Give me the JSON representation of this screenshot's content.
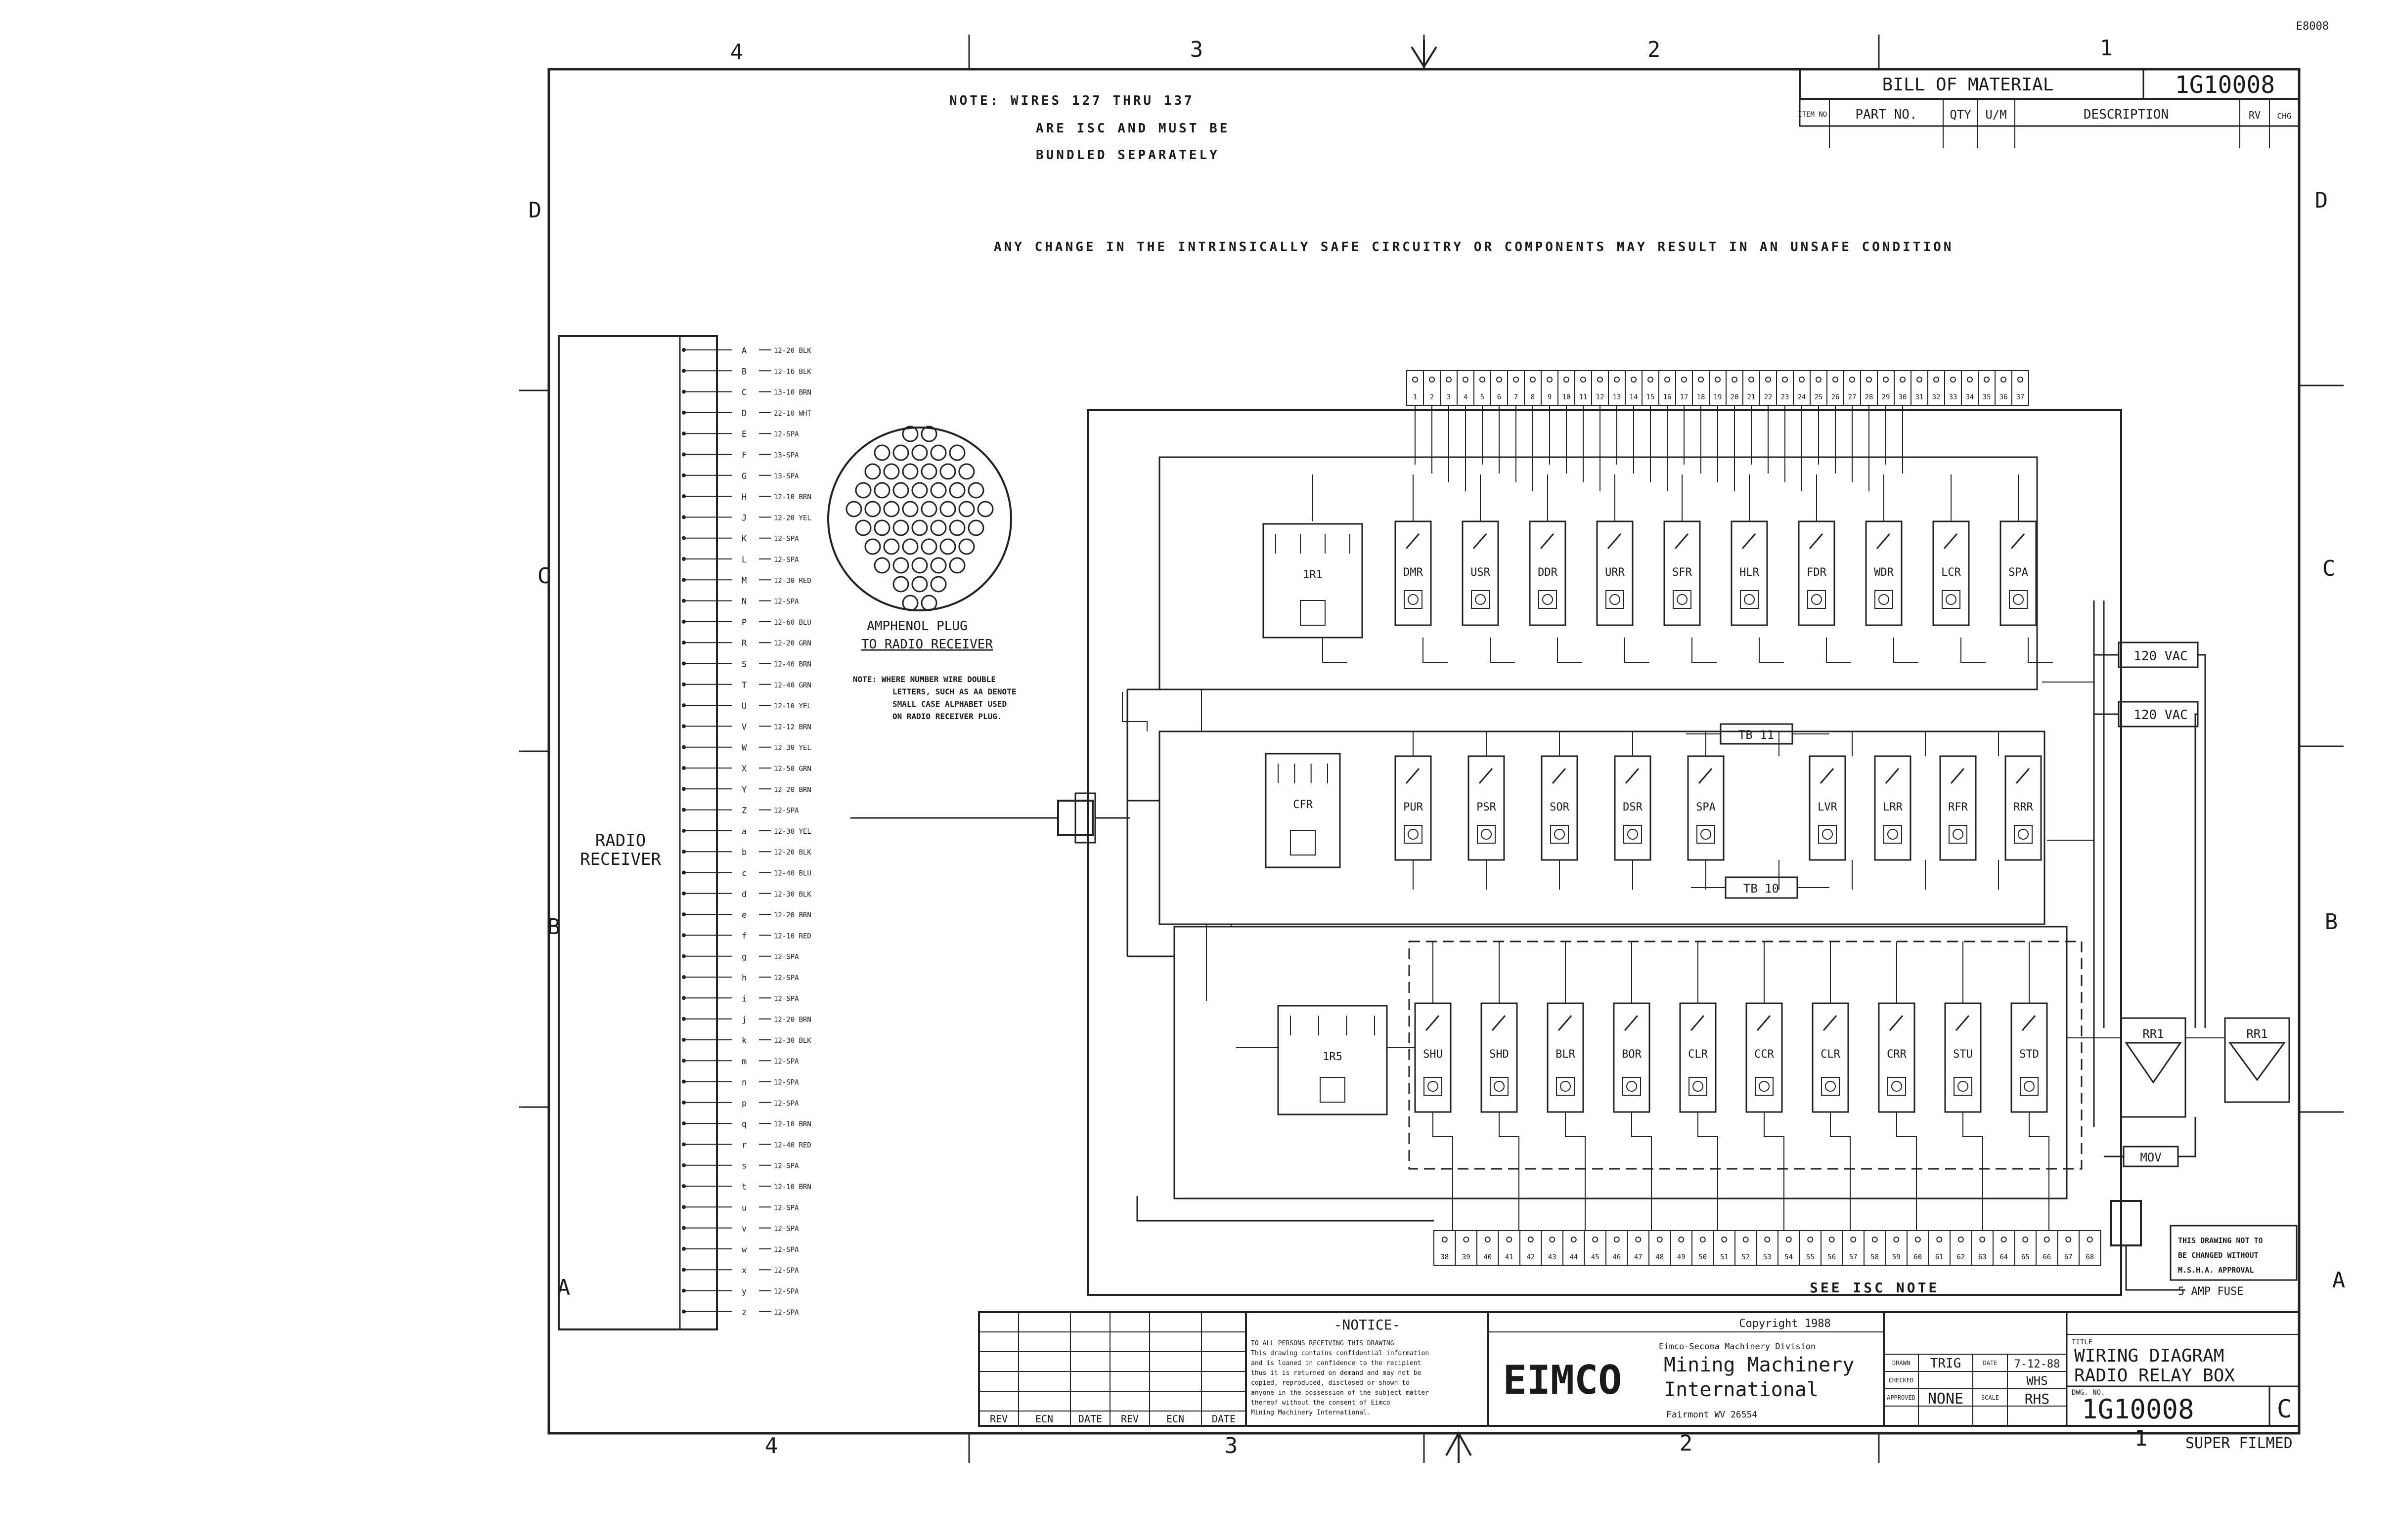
{
  "corner_stamp": "E8008",
  "zones": {
    "top": [
      "4",
      "3",
      "2",
      "1"
    ],
    "bottom": [
      "4",
      "3",
      "2",
      "1"
    ],
    "left": [
      "D",
      "C",
      "B",
      "A"
    ],
    "right": [
      "D",
      "C",
      "B",
      "A"
    ]
  },
  "notes": {
    "wires": [
      "NOTE: WIRES 127 THRU 137",
      "ARE ISC AND MUST BE",
      "BUNDLED SEPARATELY"
    ],
    "warning": "ANY CHANGE IN THE INTRINSICALLY SAFE CIRCUITRY OR COMPONENTS MAY RESULT IN AN UNSAFE CONDITION",
    "plug_note": [
      "NOTE: WHERE NUMBER WIRE DOUBLE",
      "LETTERS, SUCH AS AA DENOTE",
      "SMALL CASE ALPHABET USED",
      "ON RADIO RECEIVER PLUG."
    ],
    "see_isc": "SEE ISC NOTE",
    "not_changed": [
      "THIS DRAWING NOT TO",
      "BE CHANGED WITHOUT",
      "M.S.H.A. APPROVAL"
    ]
  },
  "bom": {
    "title": "BILL OF MATERIAL",
    "number": "1G10008",
    "headers": [
      "ITEM NO.",
      "PART NO.",
      "QTY",
      "U/M",
      "DESCRIPTION",
      "RV",
      "CHG"
    ]
  },
  "receiver": {
    "label": [
      "RADIO",
      "RECEIVER"
    ],
    "pins": [
      "A",
      "B",
      "C",
      "D",
      "E",
      "F",
      "G",
      "H",
      "J",
      "K",
      "L",
      "M",
      "N",
      "P",
      "R",
      "S",
      "T",
      "U",
      "V",
      "W",
      "X",
      "Y",
      "Z",
      "a",
      "b",
      "c",
      "d",
      "e",
      "f",
      "g",
      "h",
      "i",
      "j",
      "k",
      "m",
      "n",
      "p",
      "q",
      "r",
      "s",
      "t",
      "u",
      "v",
      "w",
      "x",
      "y",
      "z"
    ],
    "wires": [
      "12-20 BLK",
      "12-16 BLK",
      "13-10 BRN",
      "22-10 WHT",
      "12-SPA",
      "13-SPA",
      "13-SPA",
      "12-10 BRN",
      "12-20 YEL",
      "12-SPA",
      "12-SPA",
      "12-30 RED",
      "12-SPA",
      "12-60 BLU",
      "12-20 GRN",
      "12-40 BRN",
      "12-40 GRN",
      "12-10 YEL",
      "12-12 BRN",
      "12-30 YEL",
      "12-50 GRN",
      "12-20 BRN",
      "12-SPA",
      "12-30 YEL",
      "12-20 BLK",
      "12-40 BLU",
      "12-30 BLK",
      "12-20 BRN",
      "12-10 RED",
      "12-SPA",
      "12-SPA",
      "12-SPA",
      "12-20 BRN",
      "12-30 BLK",
      "12-SPA",
      "12-SPA",
      "12-SPA",
      "12-10 BRN",
      "12-40 RED",
      "12-SPA",
      "12-10 BRN",
      "12-SPA",
      "12-SPA",
      "12-SPA",
      "12-SPA",
      "12-SPA",
      "12-SPA"
    ]
  },
  "plug": {
    "caption": [
      "AMPHENOL PLUG",
      "TO RADIO RECEIVER"
    ]
  },
  "terminal_strip_top": [
    "1",
    "2",
    "3",
    "4",
    "5",
    "6",
    "7",
    "8",
    "9",
    "10",
    "11",
    "12",
    "13",
    "14",
    "15",
    "16",
    "17",
    "18",
    "19",
    "20",
    "21",
    "22",
    "23",
    "24",
    "25",
    "26",
    "27",
    "28",
    "29",
    "30",
    "31",
    "32",
    "33",
    "34",
    "35",
    "36",
    "37"
  ],
  "terminal_strip_bottom": [
    "38",
    "39",
    "40",
    "41",
    "42",
    "43",
    "44",
    "45",
    "46",
    "47",
    "48",
    "49",
    "50",
    "51",
    "52",
    "53",
    "54",
    "55",
    "56",
    "57",
    "58",
    "59",
    "60",
    "61",
    "62",
    "63",
    "64",
    "65",
    "66",
    "67",
    "68"
  ],
  "relays_row1": [
    "1R1",
    "DMR",
    "USR",
    "DDR",
    "URR",
    "SFR",
    "HLR",
    "FDR",
    "WDR",
    "LCR",
    "SPA"
  ],
  "relays_row2": [
    "CFR",
    "PUR",
    "PSR",
    "SOR",
    "DSR",
    "SPA",
    "LVR",
    "LRR",
    "RFR",
    "RRR"
  ],
  "relays_row3": [
    "1R5",
    "SHU",
    "SHD",
    "BLR",
    "BOR",
    "CLR",
    "CCR",
    "CLR",
    "CRR",
    "STU",
    "STD"
  ],
  "tb_labels": [
    "TB 11",
    "TB 10"
  ],
  "vac": [
    "120 VAC",
    "120 VAC"
  ],
  "side_parts": [
    "RR1",
    "RR1",
    "MOV"
  ],
  "lamp_fuse": "5 AMP FUSE",
  "rev_table": {
    "headers": [
      "REV",
      "ECN",
      "DATE",
      "REV",
      "ECN",
      "DATE"
    ]
  },
  "notice": {
    "title": "-NOTICE-",
    "lines": [
      "TO ALL PERSONS RECEIVING THIS DRAWING",
      "This drawing contains confidential information",
      "and is loaned in confidence to the recipient",
      "thus it is returned on demand and may not be",
      "copied, reproduced, disclosed or shown to",
      "anyone in the possession of the subject matter",
      "thereof without the consent of Eimco",
      "Mining Machinery International."
    ]
  },
  "copyright": "Copyright 1988",
  "company": {
    "logo": "EIMCO",
    "division": "Eimco-Secoma Machinery Division",
    "name": [
      "Mining Machinery",
      "International"
    ],
    "location": "Fairmont WV 26554"
  },
  "title_block": {
    "fields": [
      "DRAWN",
      "CHECKED",
      "APPROVED",
      "SCALE",
      "DATE"
    ],
    "values": [
      "TRIG",
      "7-12-88",
      "WHS",
      "NONE",
      "RHS"
    ],
    "title_label": "TITLE",
    "title": [
      "WIRING DIAGRAM",
      "RADIO RELAY BOX"
    ],
    "dwg_label": "DWG. NO.",
    "dwg_no": "1G10008",
    "rev": "C"
  },
  "film_stamp": "SUPER FILMED"
}
